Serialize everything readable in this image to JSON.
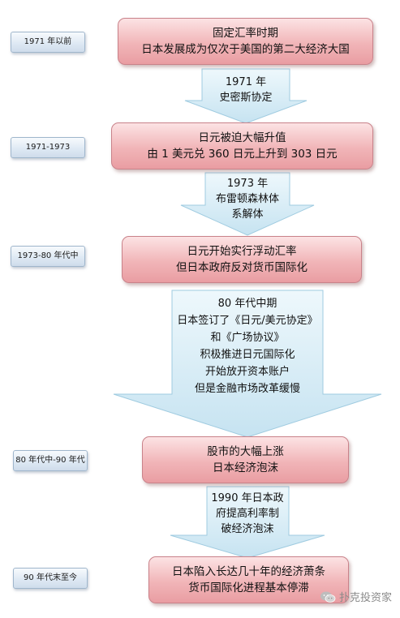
{
  "periods": [
    "1971 年以前",
    "1971-1973",
    "1973-80 年代中",
    "80 年代中-90 年代",
    "90 年代末至今"
  ],
  "events": [
    {
      "lines": [
        "固定汇率时期",
        "日本发展成为仅次于美国的第二大经济大国"
      ]
    },
    {
      "lines": [
        "日元被迫大幅升值",
        "由 1 美元兑 360 日元上升到 303 日元"
      ]
    },
    {
      "lines": [
        "日元开始实行浮动汇率",
        "但日本政府反对货币国际化"
      ]
    },
    {
      "lines": [
        "股市的大幅上涨",
        "日本经济泡沫"
      ]
    },
    {
      "lines": [
        "日本陷入长达几十年的经济萧条",
        "货币国际化进程基本停滞"
      ]
    }
  ],
  "arrows": [
    {
      "lines": [
        "1971 年",
        "史密斯协定"
      ]
    },
    {
      "lines": [
        "1973 年",
        "布雷顿森林体",
        "系解体"
      ]
    },
    {
      "lines": [
        "80 年代中期",
        "日本签订了《日元/美元协定》",
        "和《广场协议》",
        "积极推进日元国际化",
        "开始放开资本账户",
        "但是金融市场改革缓慢"
      ]
    },
    {
      "lines": [
        "1990 年日本政",
        "府提高利率制",
        "破经济泡沫"
      ]
    }
  ],
  "watermark": {
    "icon": "wechat-icon",
    "text": "扑克投资家"
  },
  "colors": {
    "event_fill": "#f1b5b8",
    "event_border": "#c9828a",
    "arrow_fill": "#d6edf7",
    "arrow_border": "#9fcbe0",
    "period_fill": "#dde8f3"
  }
}
